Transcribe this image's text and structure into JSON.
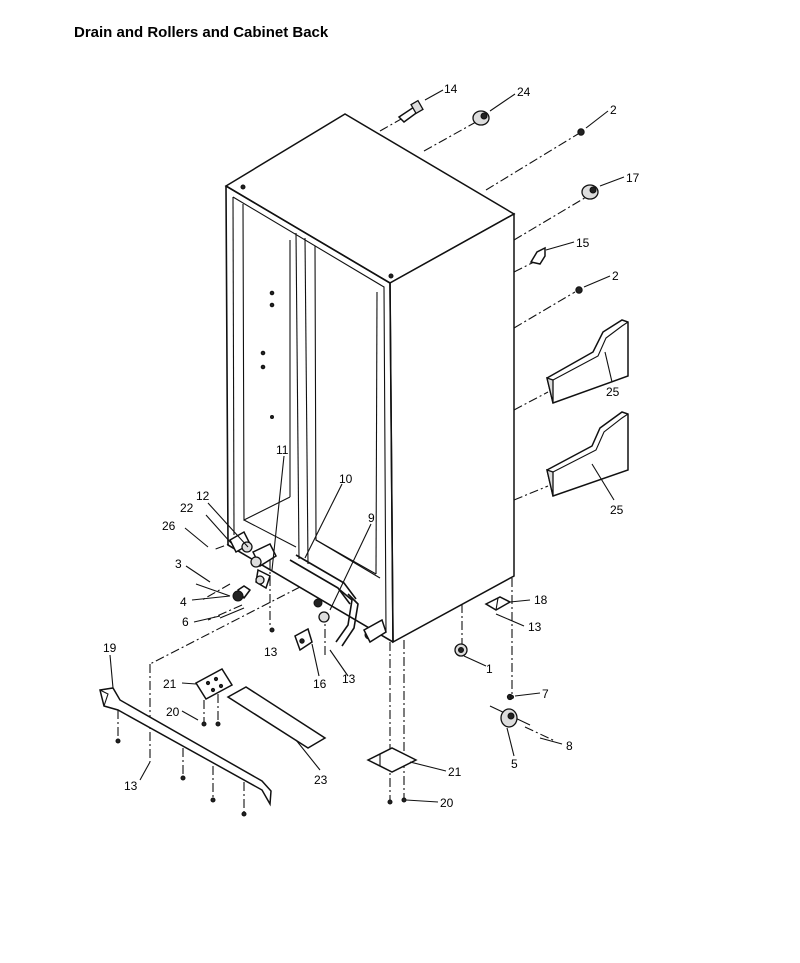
{
  "title": "Drain and Rollers and Cabinet Back",
  "callouts": [
    {
      "id": "c14",
      "text": "14"
    },
    {
      "id": "c24",
      "text": "24"
    },
    {
      "id": "c2a",
      "text": "2"
    },
    {
      "id": "c17",
      "text": "17"
    },
    {
      "id": "c15",
      "text": "15"
    },
    {
      "id": "c2b",
      "text": "2"
    },
    {
      "id": "c25a",
      "text": "25"
    },
    {
      "id": "c25b",
      "text": "25"
    },
    {
      "id": "c11",
      "text": "11"
    },
    {
      "id": "c10",
      "text": "10"
    },
    {
      "id": "c12",
      "text": "12"
    },
    {
      "id": "c22",
      "text": "22"
    },
    {
      "id": "c26",
      "text": "26"
    },
    {
      "id": "c9",
      "text": "9"
    },
    {
      "id": "c3",
      "text": "3"
    },
    {
      "id": "c4",
      "text": "4"
    },
    {
      "id": "c6",
      "text": "6"
    },
    {
      "id": "c18",
      "text": "18"
    },
    {
      "id": "c13a",
      "text": "13"
    },
    {
      "id": "c13b",
      "text": "13"
    },
    {
      "id": "c16",
      "text": "16"
    },
    {
      "id": "c13c",
      "text": "13"
    },
    {
      "id": "c1",
      "text": "1"
    },
    {
      "id": "c19",
      "text": "19"
    },
    {
      "id": "c21a",
      "text": "21"
    },
    {
      "id": "c7",
      "text": "7"
    },
    {
      "id": "c20a",
      "text": "20"
    },
    {
      "id": "c8",
      "text": "8"
    },
    {
      "id": "c5",
      "text": "5"
    },
    {
      "id": "c13d",
      "text": "13"
    },
    {
      "id": "c23",
      "text": "23"
    },
    {
      "id": "c21b",
      "text": "21"
    },
    {
      "id": "c20b",
      "text": "20"
    }
  ]
}
